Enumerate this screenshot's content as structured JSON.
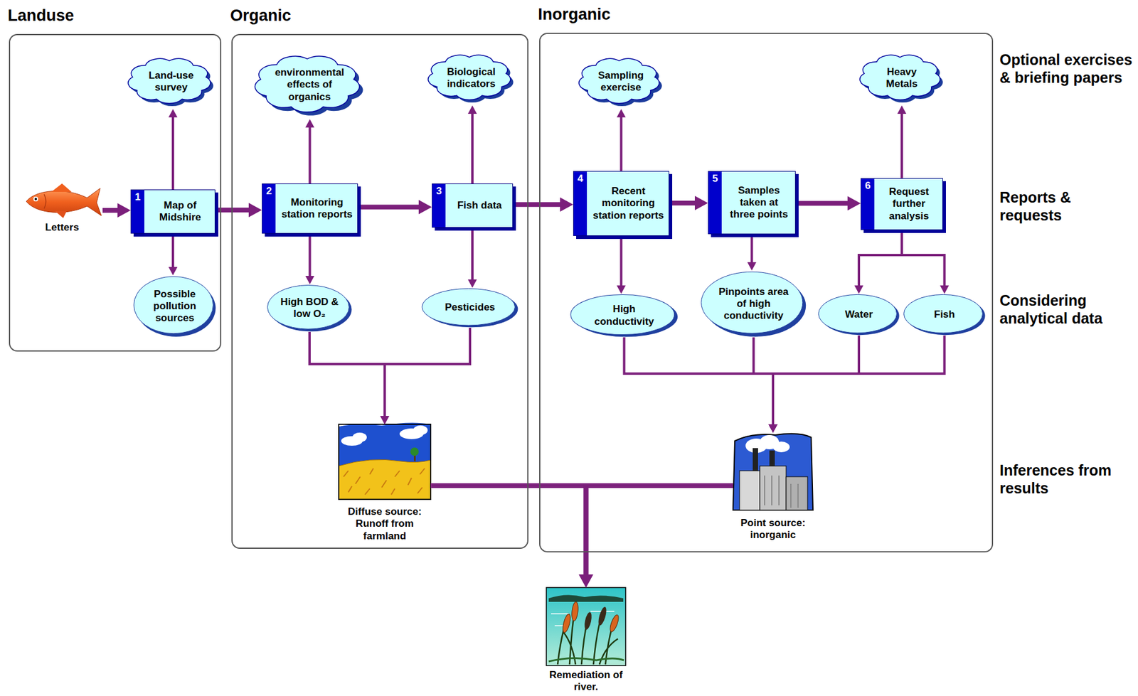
{
  "diagram": {
    "nodes": [
      {
        "text": [
          "Landuse"
        ]
      },
      {
        "text": [
          "Letters"
        ],
        "in": 0
      },
      {
        "text": [
          "Land-use survey"
        ],
        "in": 0
      },
      {
        "text": [
          "1",
          "Map of Midshire"
        ],
        "in": 0
      },
      {
        "text": [
          "Possible pollution sources"
        ],
        "in": 0
      },
      {
        "text": [
          "Organic"
        ]
      },
      {
        "text": [
          "environmental effects of organics"
        ],
        "in": 5
      },
      {
        "text": [
          "Biological indicators"
        ],
        "in": 5
      },
      {
        "text": [
          "2",
          "Monitoring station reports"
        ],
        "in": 5
      },
      {
        "text": [
          "3",
          "Fish data"
        ],
        "in": 5
      },
      {
        "text": [
          "High BOD & low O₂"
        ],
        "in": 5
      },
      {
        "text": [
          "Pesticides"
        ],
        "in": 5
      },
      {
        "text": [
          "Diffuse source: Runoff from farmland"
        ],
        "in": 5
      },
      {
        "text": [
          "Inorganic"
        ]
      },
      {
        "text": [
          "Sampling exercise"
        ],
        "in": 13
      },
      {
        "text": [
          "Heavy Metals"
        ],
        "in": 13
      },
      {
        "text": [
          "4",
          "Recent monitoring station reports"
        ],
        "in": 13
      },
      {
        "text": [
          "5",
          "Samples taken at three points"
        ],
        "in": 13
      },
      {
        "text": [
          "6",
          "Request further analysis"
        ],
        "in": 13
      },
      {
        "text": [
          "High conductivity"
        ],
        "in": 13
      },
      {
        "text": [
          "Pinpoints area of high conductivity"
        ],
        "in": 13
      },
      {
        "text": [
          "Water"
        ],
        "in": 13
      },
      {
        "text": [
          "Fish"
        ],
        "in": 13
      },
      {
        "text": [
          "Point source: inorganic"
        ],
        "in": 13
      },
      {
        "text": [
          "Remediation of river."
        ]
      }
    ],
    "edges": [
      {
        "from": 1,
        "to": 3,
        "arrow": "to"
      },
      {
        "from": 3,
        "to": 2,
        "arrow": "to"
      },
      {
        "from": 3,
        "to": 4,
        "arrow": "to"
      },
      {
        "from": 3,
        "to": 8,
        "arrow": "to"
      },
      {
        "from": 8,
        "to": 6,
        "arrow": "to"
      },
      {
        "from": 8,
        "to": 10,
        "arrow": "to"
      },
      {
        "from": 8,
        "to": 9,
        "arrow": "to"
      },
      {
        "from": 9,
        "to": 7,
        "arrow": "to"
      },
      {
        "from": 9,
        "to": 11,
        "arrow": "to"
      },
      {
        "from": 9,
        "to": 16,
        "arrow": "to"
      },
      {
        "from": 10,
        "to": 12,
        "arrow": "to"
      },
      {
        "from": 11,
        "to": 12,
        "arrow": "to"
      },
      {
        "from": 16,
        "to": 14,
        "arrow": "to"
      },
      {
        "from": 16,
        "to": 19,
        "arrow": "to"
      },
      {
        "from": 16,
        "to": 17,
        "arrow": "to"
      },
      {
        "from": 17,
        "to": 20,
        "arrow": "to"
      },
      {
        "from": 17,
        "to": 18,
        "arrow": "to"
      },
      {
        "from": 18,
        "to": 15,
        "arrow": "to"
      },
      {
        "from": 18,
        "to": 21,
        "arrow": "to"
      },
      {
        "from": 18,
        "to": 22,
        "arrow": "to"
      },
      {
        "from": 19,
        "to": 23,
        "arrow": "to"
      },
      {
        "from": 20,
        "to": 23,
        "arrow": "to"
      },
      {
        "from": 21,
        "to": 23,
        "arrow": "to"
      },
      {
        "from": 22,
        "to": 23,
        "arrow": "to"
      },
      {
        "from": 12,
        "to": 24,
        "arrow": "to"
      },
      {
        "from": 23,
        "to": 24,
        "arrow": "to"
      }
    ],
    "labels": [
      "Optional exercises & briefing papers",
      "Reports & requests",
      "Considering analytical data",
      "Inferences from results"
    ]
  }
}
